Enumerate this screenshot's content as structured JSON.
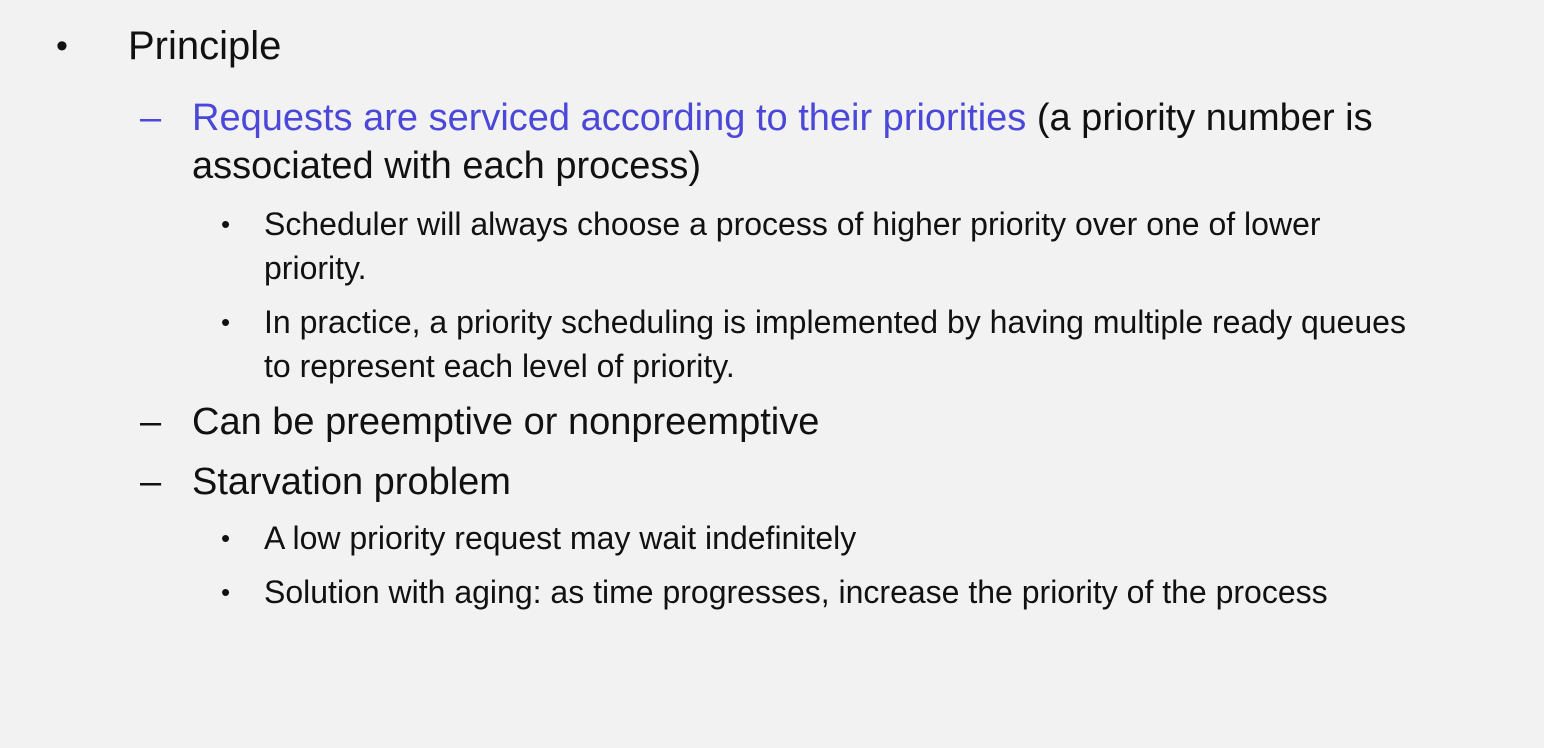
{
  "slide": {
    "level1": {
      "bullet": "•",
      "text": "Principle"
    },
    "items": {
      "requests": {
        "bullet": "–",
        "highlight": "Requests are serviced according to their priorities",
        "rest": " (a priority number is associated with each process)",
        "colors": {
          "highlight": "#4a47d9"
        },
        "sub": [
          {
            "bullet": "•",
            "text": "Scheduler will always choose a process of higher priority over one of lower priority."
          },
          {
            "bullet": "•",
            "text": "In practice, a priority scheduling is implemented by having multiple ready queues to represent each level of priority."
          }
        ]
      },
      "preemptive": {
        "bullet": "–",
        "text": "Can be preemptive or nonpreemptive"
      },
      "starvation": {
        "bullet": "–",
        "text": "Starvation problem",
        "sub": [
          {
            "bullet": "•",
            "text": "A low priority request may wait indefinitely"
          },
          {
            "bullet": "•",
            "text": "Solution with aging: as time progresses, increase the priority of the process"
          }
        ]
      }
    }
  }
}
